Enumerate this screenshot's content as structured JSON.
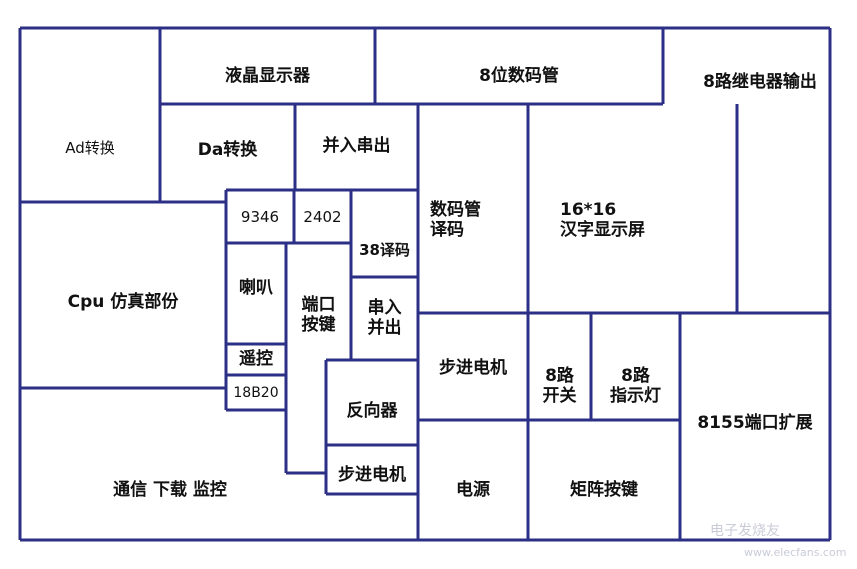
{
  "line_color": "#2b2f86",
  "blocks": {
    "ad": "Ad转换",
    "lcd": "液晶显示器",
    "seg": "8位数码管",
    "relay": "8路继电器输出",
    "da": "Da转换",
    "pis": "并入串出",
    "segdec": "数码管\n译码",
    "hz": "16*16\n汉字显示屏",
    "e9346": "9346",
    "e2402": "2402",
    "dec38": "38译码",
    "cpu": "Cpu 仿真部份",
    "spk": "喇叭",
    "port": "端口\n按键",
    "sipo": "串入\n并出",
    "ir": "遥控",
    "ds": "18B20",
    "inv": "反向器",
    "step2": "步进电机",
    "step1": "步进电机",
    "sw8": "8路\n开关",
    "led8": "8路\n指示灯",
    "ext": "8155端口扩展",
    "comm": "通信 下载 监控",
    "power": "电源",
    "matrix": "矩阵按键"
  },
  "watermark": {
    "name": "电子发烧友",
    "url": "www.elecfans.com"
  }
}
